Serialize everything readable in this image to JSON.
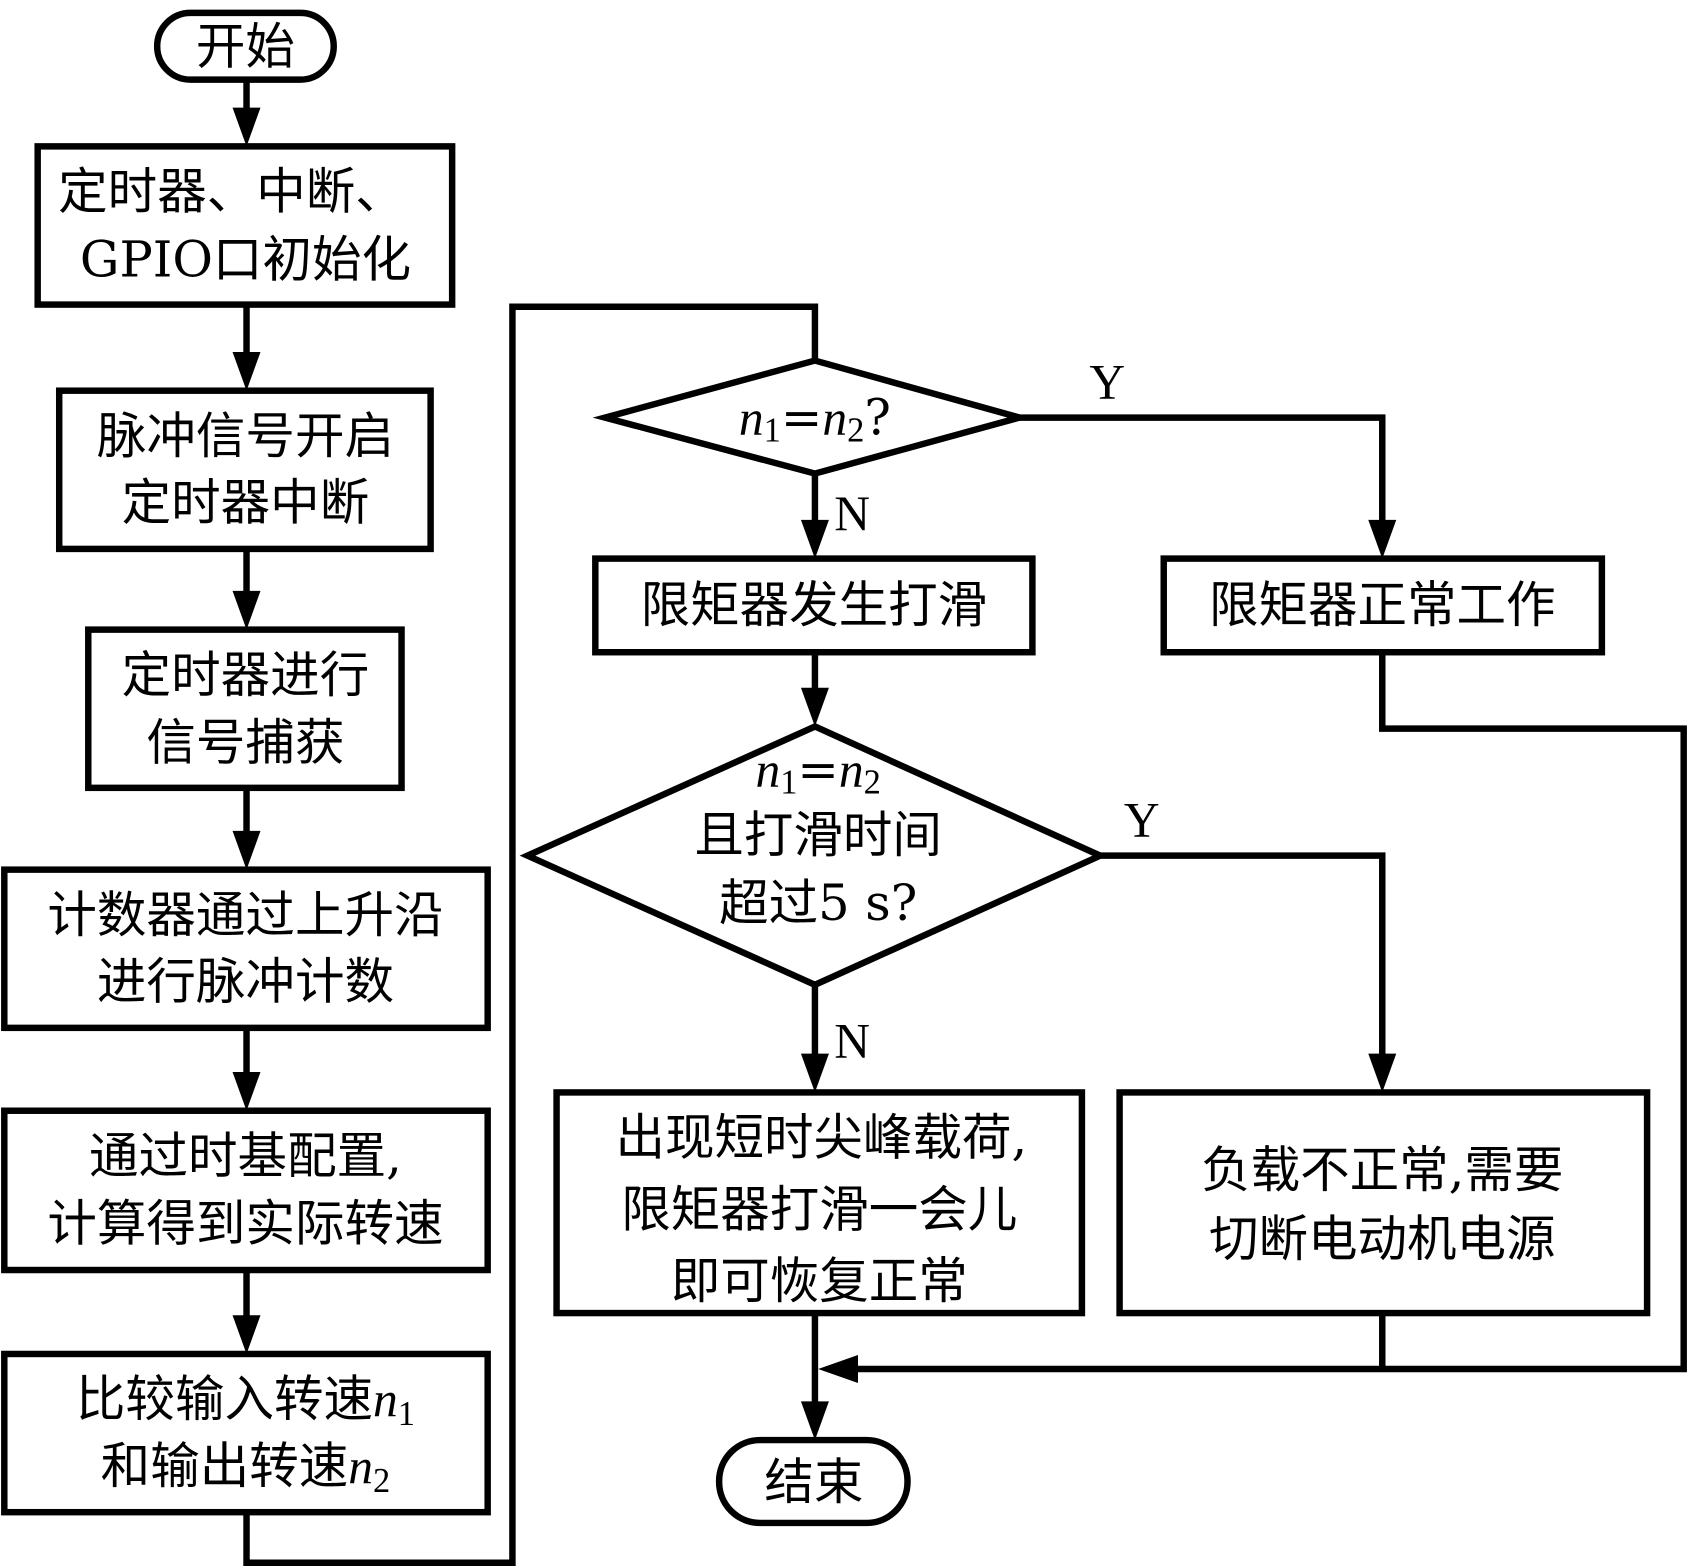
{
  "diagram": {
    "type": "flowchart",
    "colors": {
      "stroke": "#000000",
      "background": "#ffffff"
    },
    "nodes": {
      "start": {
        "kind": "terminal",
        "label": "开始"
      },
      "init": {
        "kind": "process",
        "lines": [
          "定时器、中断、",
          "GPIO口初始化"
        ]
      },
      "pulse_start": {
        "kind": "process",
        "lines": [
          "脉冲信号开启",
          "定时器中断"
        ]
      },
      "capture": {
        "kind": "process",
        "lines": [
          "定时器进行",
          "信号捕获"
        ]
      },
      "count": {
        "kind": "process",
        "lines": [
          "计数器通过上升沿",
          "进行脉冲计数"
        ]
      },
      "speed": {
        "kind": "process",
        "lines": [
          "通过时基配置,",
          "计算得到实际转速"
        ]
      },
      "compare": {
        "kind": "process",
        "line1_text": "比较输入转速",
        "line1_var": "n",
        "line1_sub": "1",
        "line2_text": "和输出转速",
        "line2_var": "n",
        "line2_sub": "2"
      },
      "decision1": {
        "kind": "decision",
        "var_a": "n",
        "sub_a": "1",
        "eq": "=",
        "var_b": "n",
        "sub_b": "2",
        "suffix": "?"
      },
      "slip": {
        "kind": "process",
        "label": "限矩器发生打滑"
      },
      "normal": {
        "kind": "process",
        "label": "限矩器正常工作"
      },
      "decision2": {
        "kind": "decision",
        "var_a": "n",
        "sub_a": "1",
        "eq": "=",
        "var_b": "n",
        "sub_b": "2",
        "lines": [
          "且打滑时间",
          "超过5 s?"
        ]
      },
      "transient": {
        "kind": "process",
        "lines": [
          "出现短时尖峰载荷,",
          "限矩器打滑一会儿",
          "即可恢复正常"
        ]
      },
      "cutoff": {
        "kind": "process",
        "lines": [
          "负载不正常,需要",
          "切断电动机电源"
        ]
      },
      "end": {
        "kind": "terminal",
        "label": "结束"
      }
    },
    "edge_labels": {
      "d1_yes": "Y",
      "d1_no": "N",
      "d2_yes": "Y",
      "d2_no": "N"
    }
  }
}
